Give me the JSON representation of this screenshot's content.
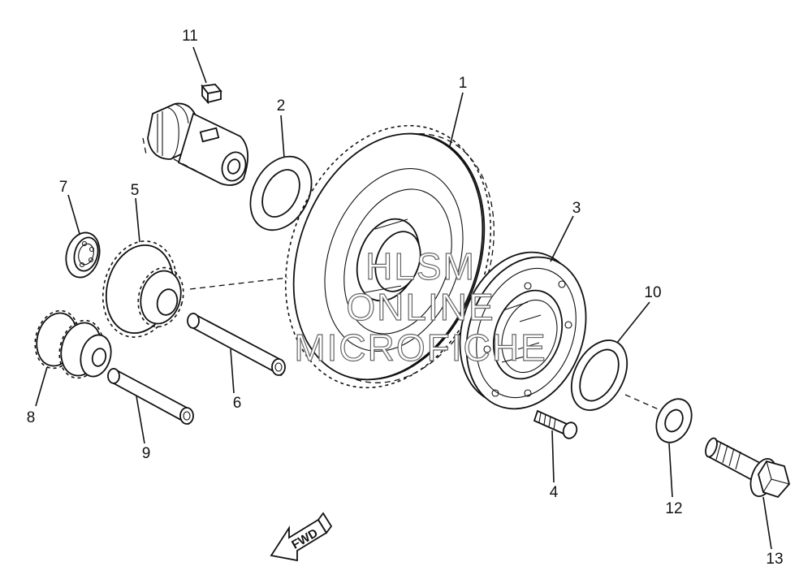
{
  "callouts": {
    "c1": "1",
    "c2": "2",
    "c3": "3",
    "c4": "4",
    "c5": "5",
    "c6": "6",
    "c7": "7",
    "c8": "8",
    "c9": "9",
    "c10": "10",
    "c11": "11",
    "c12": "12",
    "c13": "13"
  },
  "watermark": {
    "line1": "HLSM",
    "line2": "ONLINE",
    "line3": "MICROFICHE"
  },
  "direction_arrow": {
    "label": "FWD"
  }
}
